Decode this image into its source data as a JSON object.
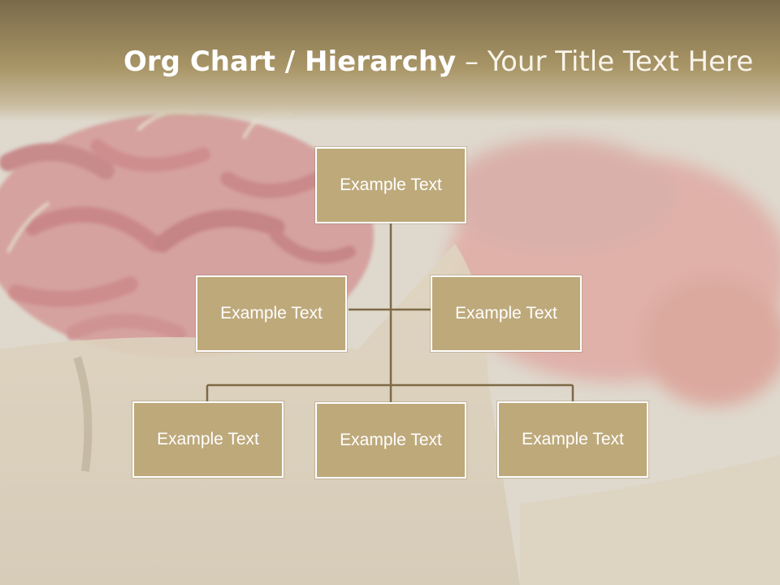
{
  "slide": {
    "title_bold": "Org Chart / Hierarchy",
    "title_separator": " – ",
    "title_rest": "Your Title Text Here"
  },
  "org_chart": {
    "root": {
      "label": "Example Text"
    },
    "assistants": [
      {
        "label": "Example Text"
      },
      {
        "label": "Example Text"
      }
    ],
    "children": [
      {
        "label": "Example Text"
      },
      {
        "label": "Example Text"
      },
      {
        "label": "Example Text"
      }
    ]
  },
  "colors": {
    "header": "#a89566",
    "node_fill": "#bea97b",
    "node_border": "#ffffff",
    "connector": "#7d6a45",
    "title_text": "#ffffff"
  }
}
